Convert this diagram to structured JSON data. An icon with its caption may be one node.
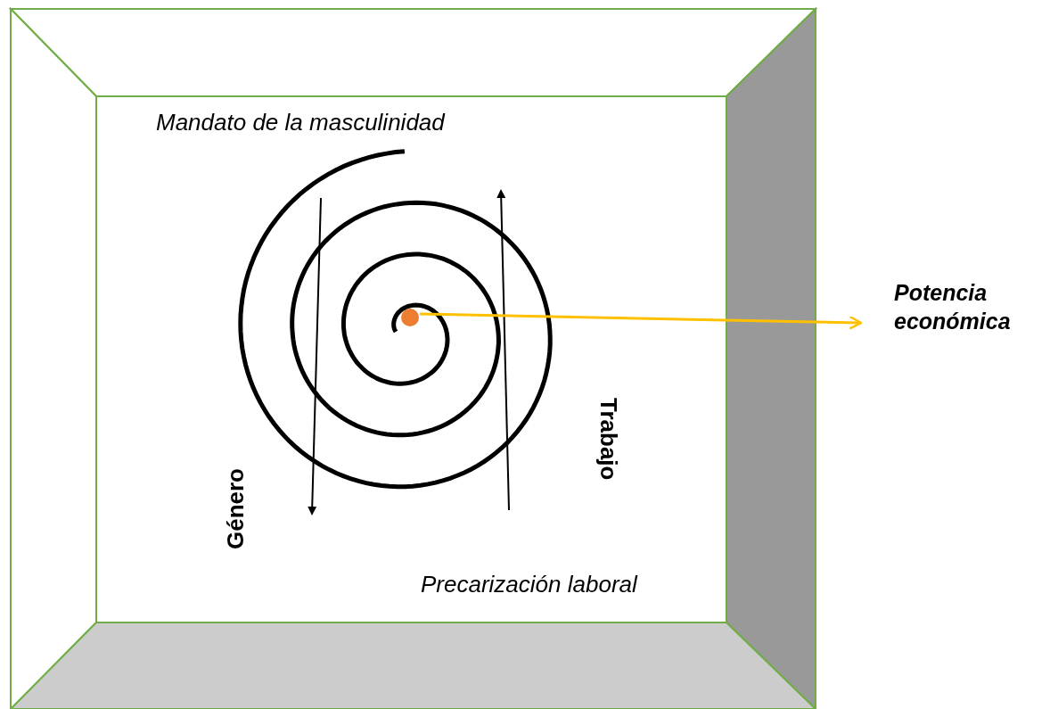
{
  "diagram": {
    "nodes": [
      {
        "text": [],
        "shape": "circle"
      },
      {
        "text": [
          "Potencia económica"
        ]
      }
    ],
    "edges": [
      {
        "from": 0,
        "to": 1,
        "arrow": "to",
        "color": "#ffc000"
      }
    ],
    "labels": [
      "Mandato de la masculinidad",
      "Trabajo",
      "Género",
      "Precarización laboral"
    ]
  }
}
